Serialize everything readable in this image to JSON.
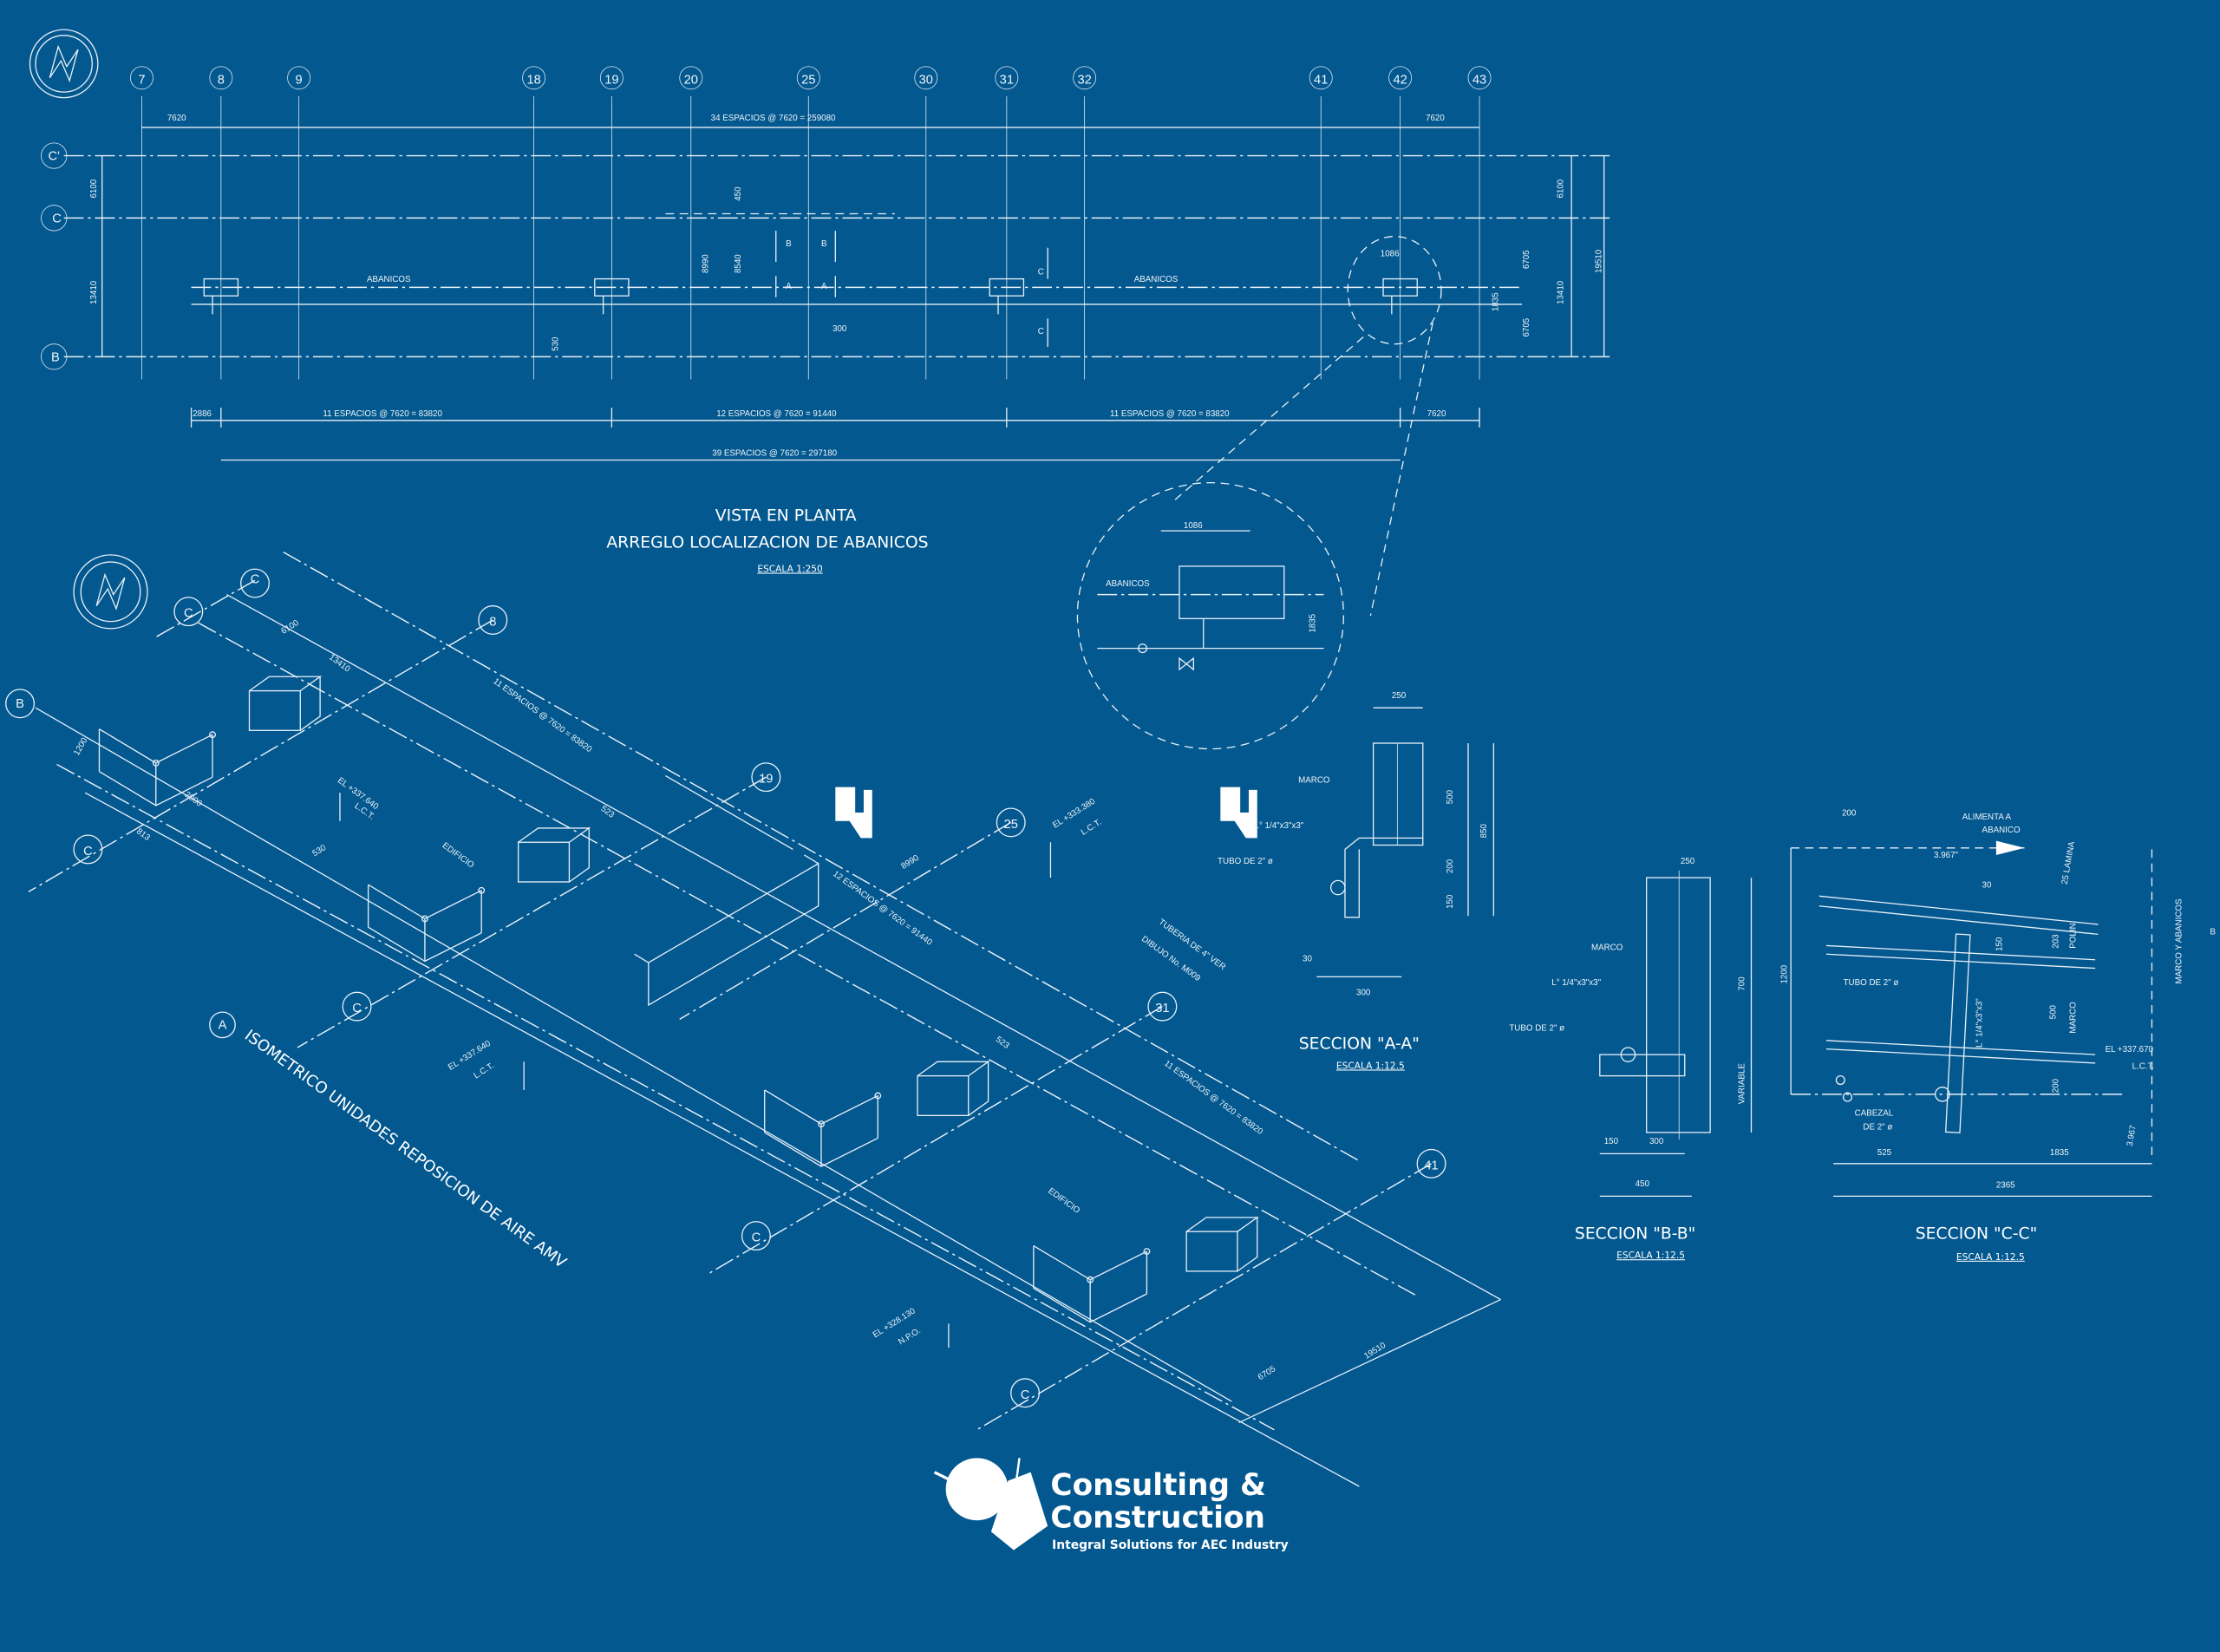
{
  "colors": {
    "background": "#03588f",
    "lines": "#e8f0f8"
  },
  "plan": {
    "grid_columns": [
      "7",
      "8",
      "9",
      "18",
      "19",
      "20",
      "25",
      "30",
      "31",
      "32",
      "41",
      "42",
      "43"
    ],
    "grid_rows": [
      "C'",
      "C",
      "B"
    ],
    "dims_top": [
      "7620",
      "34 ESPACIOS @ 7620 = 259080",
      "7620"
    ],
    "dims_bottom": [
      "2886",
      "11 ESPACIOS @ 7620 = 83820",
      "12 ESPACIOS @ 7620 = 91440",
      "11 ESPACIOS @ 7620 = 83820",
      "7620"
    ],
    "dim_total": "39 ESPACIOS @ 7620 = 297180",
    "dims_vertical": [
      "6100",
      "13410",
      "8990",
      "8540",
      "450",
      "530",
      "300",
      "1086",
      "1835",
      "6705",
      "6705",
      "6100",
      "13410",
      "19510"
    ],
    "section_marks": [
      "B",
      "B",
      "A",
      "A",
      "C",
      "C"
    ],
    "fan_label": "ABANICOS",
    "title_line1": "VISTA EN PLANTA",
    "title_line2": "ARREGLO LOCALIZACION DE ABANICOS",
    "scale": "ESCALA 1:250"
  },
  "detail": {
    "dim_width": "1086",
    "dim_height": "1835",
    "label": "ABANICOS"
  },
  "isometric": {
    "bubbles": [
      "C",
      "C",
      "B",
      "8",
      "19",
      "25",
      "31",
      "41",
      "C",
      "C",
      "C",
      "C"
    ],
    "spacing_1": "11 ESPACIOS @ 7620 = 83820",
    "spacing_2": "12 ESPACIOS @ 7620 = 91440",
    "spacing_3": "11 ESPACIOS @ 7620 = 83820",
    "building": "EDIFICIO",
    "el_1": "EL +337.640",
    "el_2": "EL +333.380",
    "el_3": "EL +337.640",
    "el_4": "EL +328.130",
    "lct": "L.C.T.",
    "npo": "N.P.O.",
    "pipe_note_1": "TUBERIA DE 4\" VER",
    "pipe_note_2": "DIBUJO No. M009",
    "dims": [
      "6100",
      "13410",
      "523",
      "6705",
      "19510",
      "8990",
      "1200",
      "2000",
      "813",
      "530",
      "523"
    ],
    "title_marker": "A",
    "title": "ISOMETRICO UNIDADES REPOSICION DE AIRE AMV"
  },
  "section_aa": {
    "title": "SECCION \"A-A\"",
    "scale": "ESCALA 1:12.5",
    "labels": [
      "MARCO",
      "L° 1/4\"x3\"x3\"",
      "TUBO DE 2\" ø"
    ],
    "dims": [
      "250",
      "500",
      "850",
      "200",
      "150",
      "30",
      "300"
    ]
  },
  "section_bb": {
    "title": "SECCION \"B-B\"",
    "scale": "ESCALA 1:12.5",
    "labels": [
      "MARCO",
      "L° 1/4\"x3\"x3\"",
      "TUBO DE 2\" ø"
    ],
    "dims": [
      "250",
      "700",
      "VARIABLE",
      "150",
      "300",
      "450"
    ]
  },
  "section_cc": {
    "title": "SECCION \"C-C\"",
    "scale": "ESCALA 1:12.5",
    "labels": [
      "ALIMENTA A",
      "ABANICO",
      "25 LAMINA",
      "POLIN",
      "MARCO",
      "TUBO DE 2\" ø",
      "L° 1/4\"x3\"x3\"",
      "CABEZAL",
      "DE 2\" ø",
      "EL +337.670",
      "L.C.T.",
      "MARCO Y ABANICOS",
      "B"
    ],
    "dims": [
      "200",
      "3.967\"",
      "30",
      "150",
      "203",
      "1200",
      "500",
      "200",
      "3.967",
      "525",
      "1835",
      "2365"
    ]
  },
  "logo": {
    "line1": "Consulting &",
    "line2": "Construction",
    "tagline": "Integral Solutions for AEC Industry"
  }
}
